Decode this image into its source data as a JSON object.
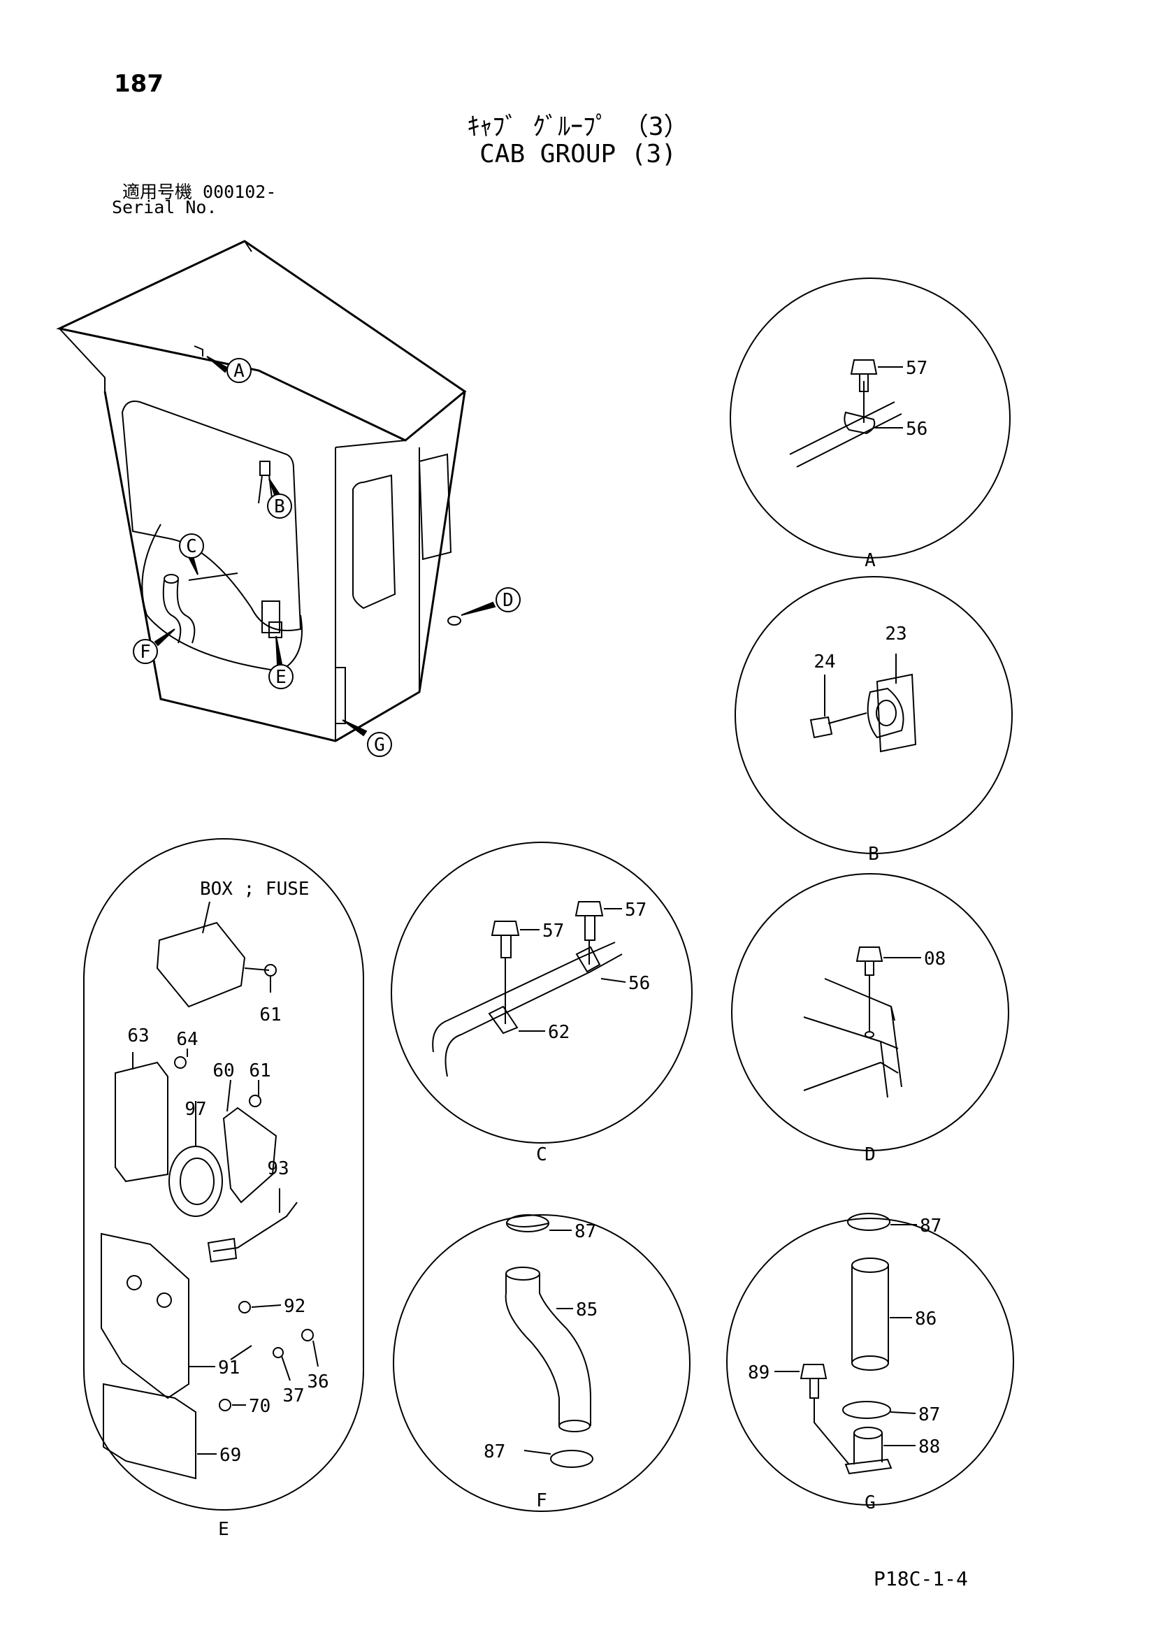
{
  "page_number": "187",
  "title_jp": "ｷｬﾌﾞ ｸﾞﾙｰﾌﾟ （3）",
  "title_en": "CAB GROUP (3)",
  "applicability_label": "適用号機  000102-",
  "serial_label": "Serial No.",
  "footer_code": "P18C-1-4",
  "main_callouts": [
    "A",
    "B",
    "C",
    "D",
    "E",
    "F",
    "G"
  ],
  "detail_A": {
    "letter": "A",
    "parts": [
      "57",
      "56"
    ]
  },
  "detail_B": {
    "letter": "B",
    "parts": [
      "23",
      "24"
    ]
  },
  "detail_C": {
    "letter": "C",
    "parts": [
      "57",
      "57",
      "56",
      "62"
    ]
  },
  "detail_D": {
    "letter": "D",
    "parts": [
      "08"
    ]
  },
  "detail_E": {
    "letter": "E",
    "box_label": "BOX ; FUSE",
    "parts": [
      "61",
      "64",
      "63",
      "61",
      "60",
      "97",
      "93",
      "92",
      "36",
      "37",
      "91",
      "70",
      "69"
    ]
  },
  "detail_F": {
    "letter": "F",
    "parts": [
      "87",
      "85",
      "87"
    ]
  },
  "detail_G": {
    "letter": "G",
    "parts": [
      "87",
      "86",
      "89",
      "87",
      "88"
    ]
  }
}
